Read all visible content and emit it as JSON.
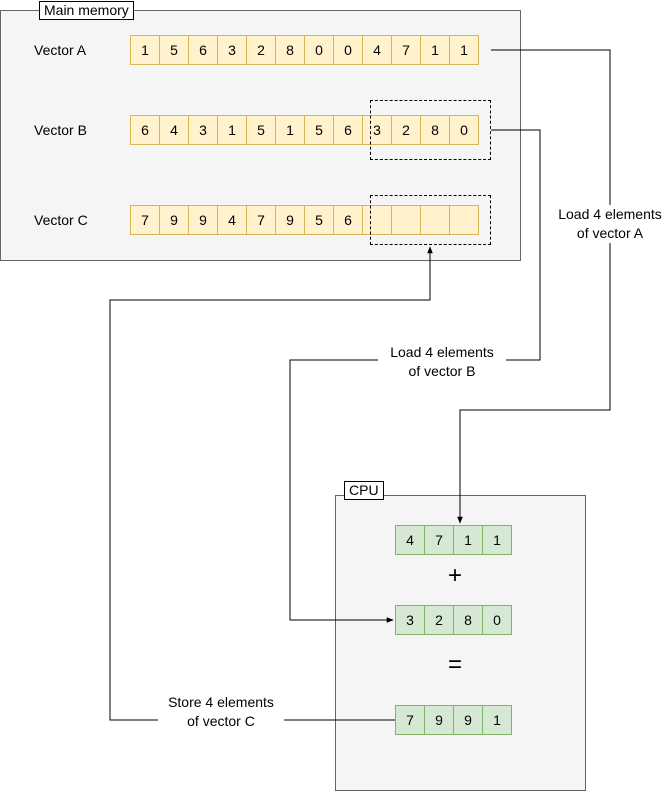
{
  "main_memory": {
    "title": "Main memory",
    "vectors": [
      {
        "label": "Vector A",
        "values": [
          "1",
          "5",
          "6",
          "3",
          "2",
          "8",
          "0",
          "0",
          "4",
          "7",
          "1",
          "1"
        ]
      },
      {
        "label": "Vector B",
        "values": [
          "6",
          "4",
          "3",
          "1",
          "5",
          "1",
          "5",
          "6",
          "3",
          "2",
          "8",
          "0"
        ]
      },
      {
        "label": "Vector C",
        "values": [
          "7",
          "9",
          "9",
          "4",
          "7",
          "9",
          "5",
          "6",
          "",
          "",
          "",
          ""
        ]
      }
    ]
  },
  "cpu": {
    "title": "CPU",
    "reg_a": [
      "4",
      "7",
      "1",
      "1"
    ],
    "plus": "+",
    "reg_b": [
      "3",
      "2",
      "8",
      "0"
    ],
    "equals": "=",
    "reg_c": [
      "7",
      "9",
      "9",
      "1"
    ]
  },
  "edges": {
    "load_a": {
      "line1": "Load 4 elements",
      "line2": "of vector A"
    },
    "load_b": {
      "line1": "Load 4 elements",
      "line2": "of vector B"
    },
    "store_c": {
      "line1": "Store 4 elements",
      "line2": "of vector C"
    }
  },
  "colors": {
    "memory_cell_fill": "#fff2cc",
    "memory_cell_border": "#d6b656",
    "cpu_cell_fill": "#d5e8d4",
    "cpu_cell_border": "#82b366",
    "container_fill": "#f5f5f5"
  }
}
